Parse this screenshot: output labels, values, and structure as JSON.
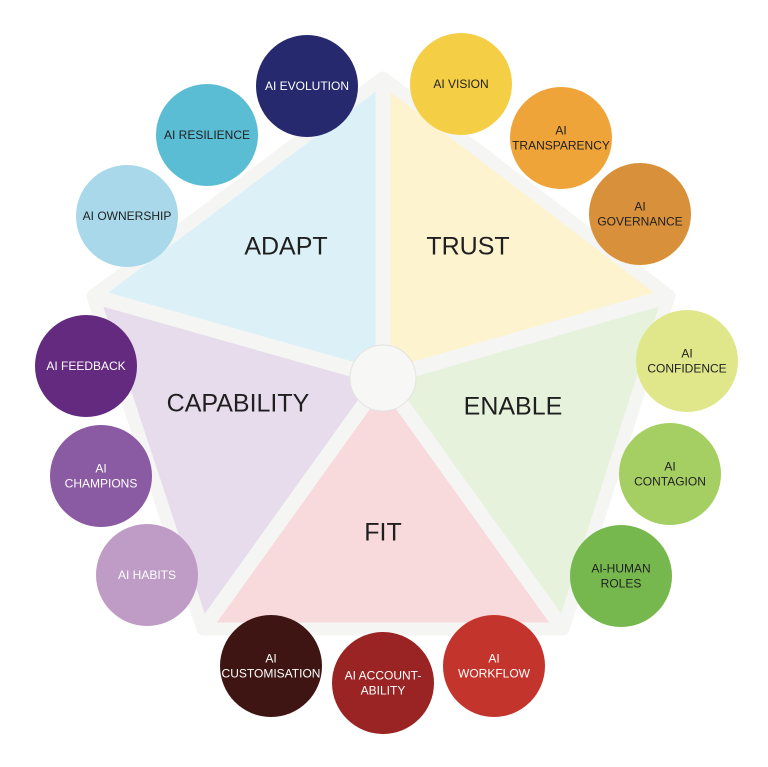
{
  "segments": [
    {
      "id": "adapt",
      "label": "ADAPT",
      "fill": "#dcf0f7"
    },
    {
      "id": "trust",
      "label": "TRUST",
      "fill": "#fdf3cf"
    },
    {
      "id": "enable",
      "label": "ENABLE",
      "fill": "#e6f2dc"
    },
    {
      "id": "fit",
      "label": "FIT",
      "fill": "#f8d9dc"
    },
    {
      "id": "capability",
      "label": "CAPABILITY",
      "fill": "#e6dcec"
    }
  ],
  "circles": [
    {
      "segment": "adapt",
      "lines": [
        "AI EVOLUTION"
      ],
      "color": "#27296e",
      "text_color": "#ffffff"
    },
    {
      "segment": "adapt",
      "lines": [
        "AI RESILIENCE"
      ],
      "color": "#5bbdd3",
      "text_color": "#1f1f1f"
    },
    {
      "segment": "adapt",
      "lines": [
        "AI OWNERSHIP"
      ],
      "color": "#a9d8ea",
      "text_color": "#1f1f1f"
    },
    {
      "segment": "trust",
      "lines": [
        "AI VISION"
      ],
      "color": "#f4cf46",
      "text_color": "#1f1f1f"
    },
    {
      "segment": "trust",
      "lines": [
        "AI",
        "TRANSPARENCY"
      ],
      "color": "#efa43a",
      "text_color": "#1f1f1f"
    },
    {
      "segment": "trust",
      "lines": [
        "AI",
        "GOVERNANCE"
      ],
      "color": "#d9903a",
      "text_color": "#1f1f1f"
    },
    {
      "segment": "enable",
      "lines": [
        "AI",
        "CONFIDENCE"
      ],
      "color": "#dfe78a",
      "text_color": "#1f1f1f"
    },
    {
      "segment": "enable",
      "lines": [
        "AI",
        "CONTAGION"
      ],
      "color": "#a6cf63",
      "text_color": "#1f1f1f"
    },
    {
      "segment": "enable",
      "lines": [
        "AI-HUMAN",
        "ROLES"
      ],
      "color": "#77b84e",
      "text_color": "#1f1f1f"
    },
    {
      "segment": "fit",
      "lines": [
        "AI",
        "WORKFLOW"
      ],
      "color": "#c3342c",
      "text_color": "#ffffff"
    },
    {
      "segment": "fit",
      "lines": [
        "AI ACCOUNT-",
        "ABILITY"
      ],
      "color": "#9a2423",
      "text_color": "#ffffff"
    },
    {
      "segment": "fit",
      "lines": [
        "AI",
        "CUSTOMISATION"
      ],
      "color": "#3e1512",
      "text_color": "#ffffff"
    },
    {
      "segment": "capability",
      "lines": [
        "AI FEEDBACK"
      ],
      "color": "#632a7f",
      "text_color": "#ffffff"
    },
    {
      "segment": "capability",
      "lines": [
        "AI",
        "CHAMPIONS"
      ],
      "color": "#8a5aa3",
      "text_color": "#ffffff"
    },
    {
      "segment": "capability",
      "lines": [
        "AI HABITS"
      ],
      "color": "#bf9cc6",
      "text_color": "#ffffff"
    }
  ],
  "colors": {
    "divider": "#f5f5f3",
    "hub": "#f7f7f5",
    "hub_stroke": "#e3e3e3"
  }
}
